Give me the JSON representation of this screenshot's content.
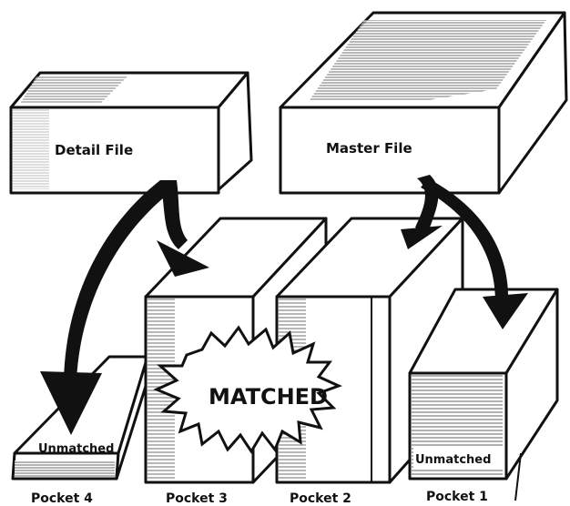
{
  "diagram": {
    "files": {
      "detail": "Detail  File",
      "master": "Master  File"
    },
    "pockets": [
      {
        "id": "pocket4",
        "label": "Pocket 4",
        "content": "Unmatched"
      },
      {
        "id": "pocket3",
        "label": "Pocket 3",
        "content": "MATCHED"
      },
      {
        "id": "pocket2",
        "label": "Pocket 2",
        "content": ""
      },
      {
        "id": "pocket1",
        "label": "Pocket 1",
        "content": "Unmatched"
      }
    ],
    "colors": {
      "ink": "#111111",
      "paper": "#ffffff"
    }
  }
}
